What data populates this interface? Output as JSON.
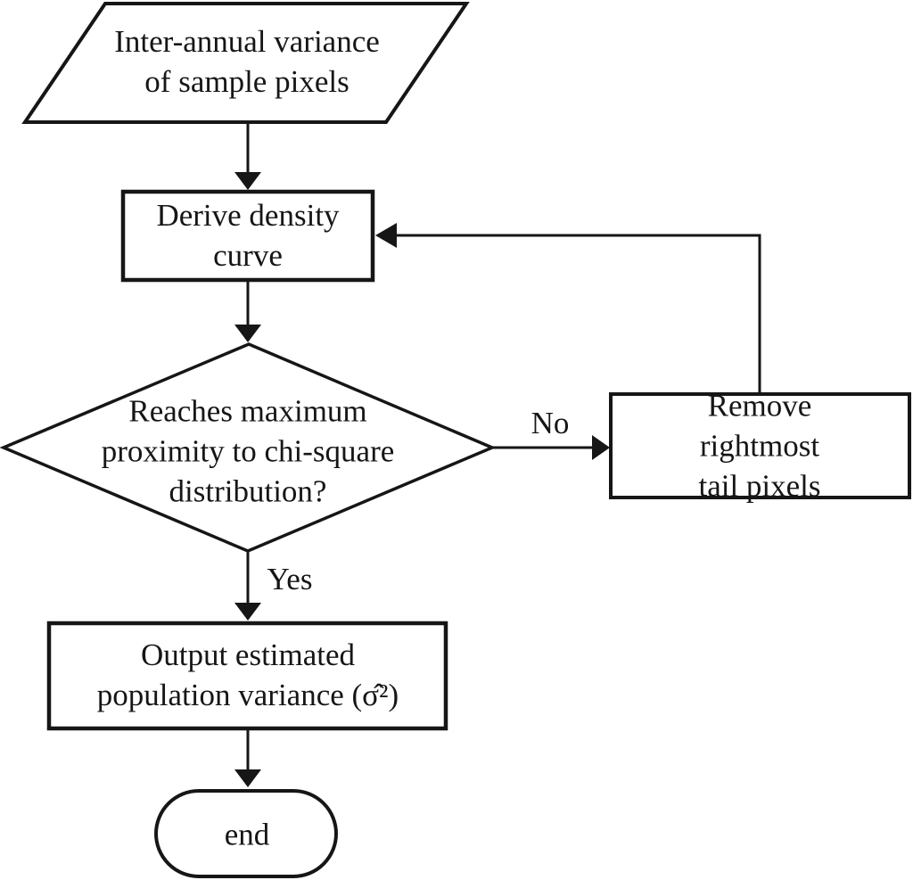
{
  "flowchart": {
    "nodes": {
      "input": {
        "shape": "parallelogram",
        "label": "Inter-annual variance\nof sample pixels"
      },
      "derive": {
        "shape": "process-rectangle",
        "label": "Derive density\ncurve"
      },
      "decision": {
        "shape": "diamond",
        "label": "Reaches maximum\nproximity to chi-square\ndistribution?"
      },
      "remove": {
        "shape": "process-rectangle",
        "label": "Remove rightmost\ntail pixels"
      },
      "output": {
        "shape": "process-rectangle",
        "label": "Output estimated\npopulation variance (σ̂²)"
      },
      "end": {
        "shape": "terminator",
        "label": "end"
      }
    },
    "edges": [
      {
        "from": "input",
        "to": "derive",
        "label": ""
      },
      {
        "from": "derive",
        "to": "decision",
        "label": ""
      },
      {
        "from": "decision",
        "to": "remove",
        "label": "No"
      },
      {
        "from": "remove",
        "to": "derive",
        "label": ""
      },
      {
        "from": "decision",
        "to": "output",
        "label": "Yes"
      },
      {
        "from": "output",
        "to": "end",
        "label": ""
      }
    ],
    "colors": {
      "stroke": "#161616",
      "background": "#ffffff"
    }
  }
}
